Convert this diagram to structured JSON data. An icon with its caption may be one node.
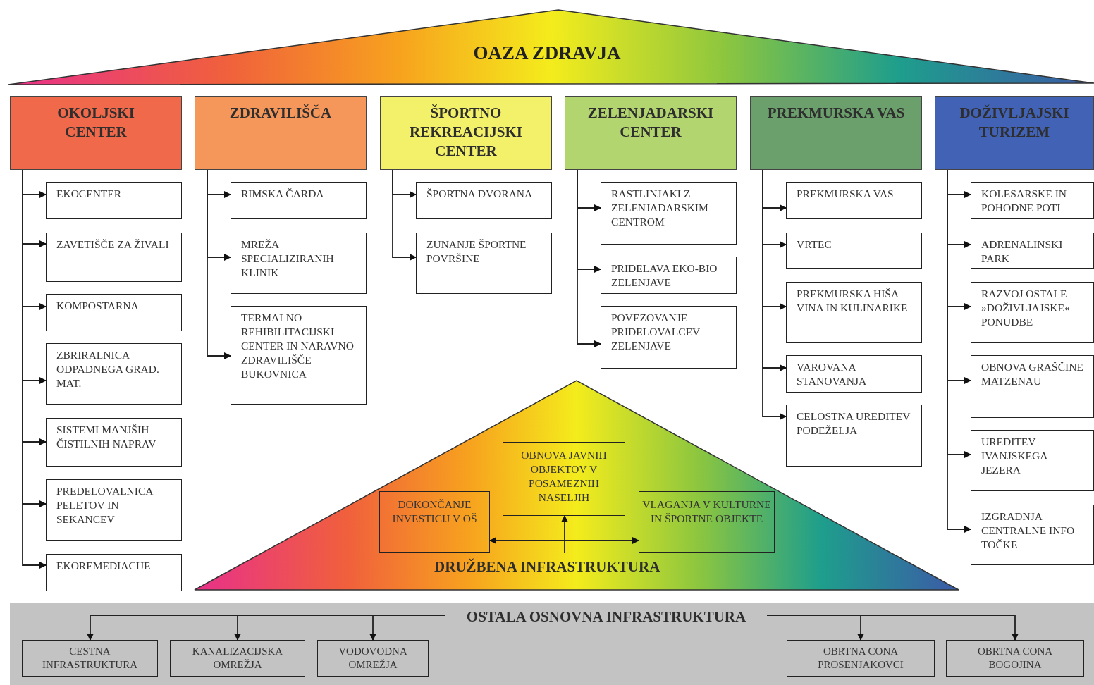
{
  "diagram": {
    "nodes": [
      {
        "text": [
          "OAZA ZDRAVJA"
        ]
      },
      {
        "text": [
          "OKOLJSKI CENTER"
        ]
      },
      {
        "text": [
          "EKOCENTER"
        ]
      },
      {
        "text": [
          "ZAVETIŠČE ZA ŽIVALI"
        ]
      },
      {
        "text": [
          "KOMPOSTARNA"
        ]
      },
      {
        "text": [
          "ZBRIRALNICA ODPADNEGA GRAD. MAT."
        ]
      },
      {
        "text": [
          "SISTEMI MANJŠIH ČISTILNIH NAPRAV"
        ]
      },
      {
        "text": [
          "PREDELOVALNICA PELETOV IN SEKANCEV"
        ]
      },
      {
        "text": [
          "EKOREMEDIACIJE"
        ]
      },
      {
        "text": [
          "ZDRAVILIŠČA"
        ]
      },
      {
        "text": [
          "RIMSKA ČARDA"
        ]
      },
      {
        "text": [
          "MREŽA SPECIALIZIRANIH KLINIK"
        ]
      },
      {
        "text": [
          "TERMALNO REHIBILITACIJSKI CENTER IN NARAVNO ZDRAVILIŠČE BUKOVNICA"
        ]
      },
      {
        "text": [
          "ŠPORTNO REKREACIJSKI CENTER"
        ]
      },
      {
        "text": [
          "ŠPORTNA DVORANA"
        ]
      },
      {
        "text": [
          "ZUNANJE ŠPORTNE POVRŠINE"
        ]
      },
      {
        "text": [
          "ZELENJADARSKI CENTER"
        ]
      },
      {
        "text": [
          "RASTLINJAKI Z ZELENJADARSKIM CENTROM"
        ]
      },
      {
        "text": [
          "PRIDELAVA EKO-BIO ZELENJAVE"
        ]
      },
      {
        "text": [
          "POVEZOVANJE PRIDELOVALCEV ZELENJAVE"
        ]
      },
      {
        "text": [
          "PREKMURSKA VAS"
        ]
      },
      {
        "text": [
          "PREKMURSKA VAS"
        ]
      },
      {
        "text": [
          "VRTEC"
        ]
      },
      {
        "text": [
          "PREKMURSKA HIŠA VINA IN KULINARIKE"
        ]
      },
      {
        "text": [
          "VAROVANA STANOVANJA"
        ]
      },
      {
        "text": [
          "CELOSTNA UREDITEV PODEŽELJA"
        ]
      },
      {
        "text": [
          "DOŽIVLJAJSKI TURIZEM"
        ]
      },
      {
        "text": [
          "KOLESARSKE IN POHODNE POTI"
        ]
      },
      {
        "text": [
          "ADRENALINSKI PARK"
        ]
      },
      {
        "text": [
          "RAZVOJ OSTALE »DOŽIVLJAJSKE« PONUDBE"
        ]
      },
      {
        "text": [
          "OBNOVA GRAŠČINE MATZENAU"
        ]
      },
      {
        "text": [
          "UREDITEV IVANJSKEGA JEZERA"
        ]
      },
      {
        "text": [
          "IZGRADNJA CENTRALNE INFO TOČKE"
        ]
      },
      {
        "text": [
          "DRUŽBENA INFRASTRUKTURA"
        ]
      },
      {
        "text": [
          "OBNOVA JAVNIH OBJEKTOV V POSAMEZNIH NASELJIH"
        ],
        "in": 33
      },
      {
        "text": [
          "DOKONČANJE INVESTICIJ V OŠ"
        ],
        "in": 33
      },
      {
        "text": [
          "VLAGANJA V KULTURNE IN ŠPORTNE OBJEKTE"
        ],
        "in": 33
      },
      {
        "text": [],
        "shape": "box"
      },
      {
        "text": [
          "OSTALA OSNOVNA INFRASTRUKTURA"
        ],
        "in": 37
      },
      {
        "text": [
          "CESTNA INFRASTRUKTURA"
        ],
        "in": 37
      },
      {
        "text": [
          "KANALIZACIJSKA OMREŽJA"
        ],
        "in": 37
      },
      {
        "text": [
          "VODOVODNA OMREŽJA"
        ],
        "in": 37
      },
      {
        "text": [
          "OBRTNA CONA PROSENJAKOVCI"
        ],
        "in": 37
      },
      {
        "text": [
          "OBRTNA CONA BOGOJINA"
        ],
        "in": 37
      }
    ],
    "edges": [
      {
        "from": 1,
        "to": 2,
        "arrow": "to"
      },
      {
        "from": 1,
        "to": 3,
        "arrow": "to"
      },
      {
        "from": 1,
        "to": 4,
        "arrow": "to"
      },
      {
        "from": 1,
        "to": 5,
        "arrow": "to"
      },
      {
        "from": 1,
        "to": 6,
        "arrow": "to"
      },
      {
        "from": 1,
        "to": 7,
        "arrow": "to"
      },
      {
        "from": 1,
        "to": 8,
        "arrow": "to"
      },
      {
        "from": 9,
        "to": 10,
        "arrow": "to"
      },
      {
        "from": 9,
        "to": 11,
        "arrow": "to"
      },
      {
        "from": 9,
        "to": 12,
        "arrow": "to"
      },
      {
        "from": 13,
        "to": 14,
        "arrow": "to"
      },
      {
        "from": 13,
        "to": 15,
        "arrow": "to"
      },
      {
        "from": 16,
        "to": 17,
        "arrow": "to"
      },
      {
        "from": 16,
        "to": 18,
        "arrow": "to"
      },
      {
        "from": 16,
        "to": 19,
        "arrow": "to"
      },
      {
        "from": 20,
        "to": 21,
        "arrow": "to"
      },
      {
        "from": 20,
        "to": 22,
        "arrow": "to"
      },
      {
        "from": 20,
        "to": 23,
        "arrow": "to"
      },
      {
        "from": 20,
        "to": 24,
        "arrow": "to"
      },
      {
        "from": 20,
        "to": 25,
        "arrow": "to"
      },
      {
        "from": 26,
        "to": 27,
        "arrow": "to"
      },
      {
        "from": 26,
        "to": 28,
        "arrow": "to"
      },
      {
        "from": 26,
        "to": 29,
        "arrow": "to"
      },
      {
        "from": 26,
        "to": 30,
        "arrow": "to"
      },
      {
        "from": 26,
        "to": 31,
        "arrow": "to"
      },
      {
        "from": 26,
        "to": 32,
        "arrow": "to"
      },
      {
        "from": 35,
        "to": 36,
        "arrow": "both"
      },
      {
        "from": null,
        "to": 34,
        "arrow": "to"
      },
      {
        "from": 38,
        "to": 39,
        "arrow": "to"
      },
      {
        "from": 38,
        "to": 40,
        "arrow": "to"
      },
      {
        "from": 38,
        "to": 41,
        "arrow": "to"
      },
      {
        "from": 38,
        "to": 42,
        "arrow": "to"
      },
      {
        "from": 38,
        "to": 43,
        "arrow": "to"
      }
    ]
  }
}
